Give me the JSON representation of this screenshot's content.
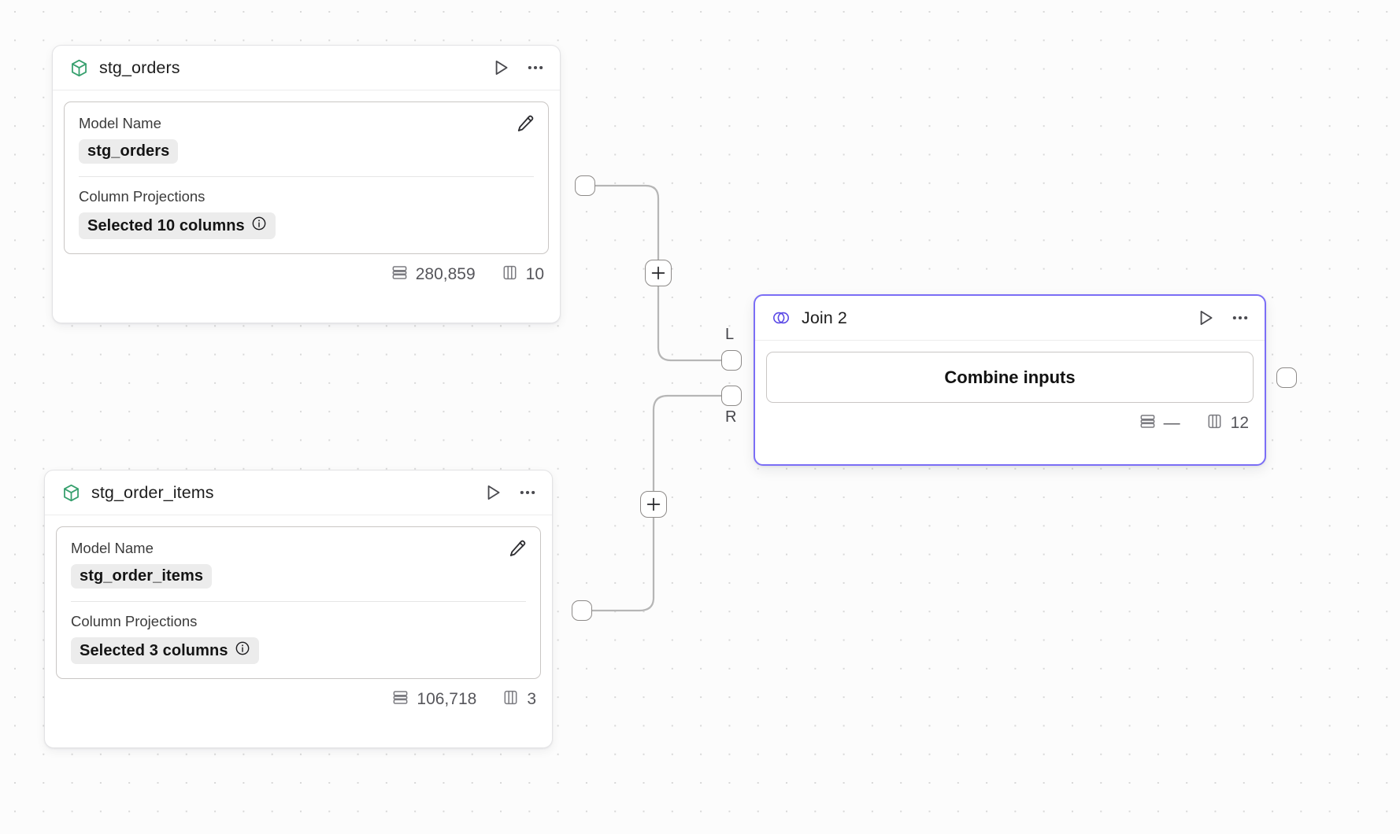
{
  "canvas": {
    "background_color": "#fcfcfc",
    "grid_dot_color": "#d8d8d8",
    "accent_color": "#7b6ef6",
    "model_icon_color": "#37a06e"
  },
  "nodes": [
    {
      "id": "stg_orders",
      "icon": "cube-icon",
      "title": "stg_orders",
      "run_label": "Run",
      "more_label": "More options",
      "properties": {
        "model_name_label": "Model Name",
        "model_name_value": "stg_orders",
        "column_projections_label": "Column Projections",
        "column_projections_value": "Selected 10 columns",
        "edit_label": "Edit"
      },
      "footer": {
        "row_count": "280,859",
        "column_count": "10"
      }
    },
    {
      "id": "stg_order_items",
      "icon": "cube-icon",
      "title": "stg_order_items",
      "run_label": "Run",
      "more_label": "More options",
      "properties": {
        "model_name_label": "Model Name",
        "model_name_value": "stg_order_items",
        "column_projections_label": "Column Projections",
        "column_projections_value": "Selected 3 columns",
        "edit_label": "Edit"
      },
      "footer": {
        "row_count": "106,718",
        "column_count": "3"
      }
    },
    {
      "id": "join_2",
      "icon": "join-icon",
      "title": "Join 2",
      "run_label": "Run",
      "more_label": "More options",
      "selected": true,
      "action_label": "Combine inputs",
      "input_port_left_label": "L",
      "input_port_right_label": "R",
      "footer": {
        "row_count": "—",
        "column_count": "12"
      }
    }
  ],
  "edge_controls": {
    "add_label": "+"
  }
}
